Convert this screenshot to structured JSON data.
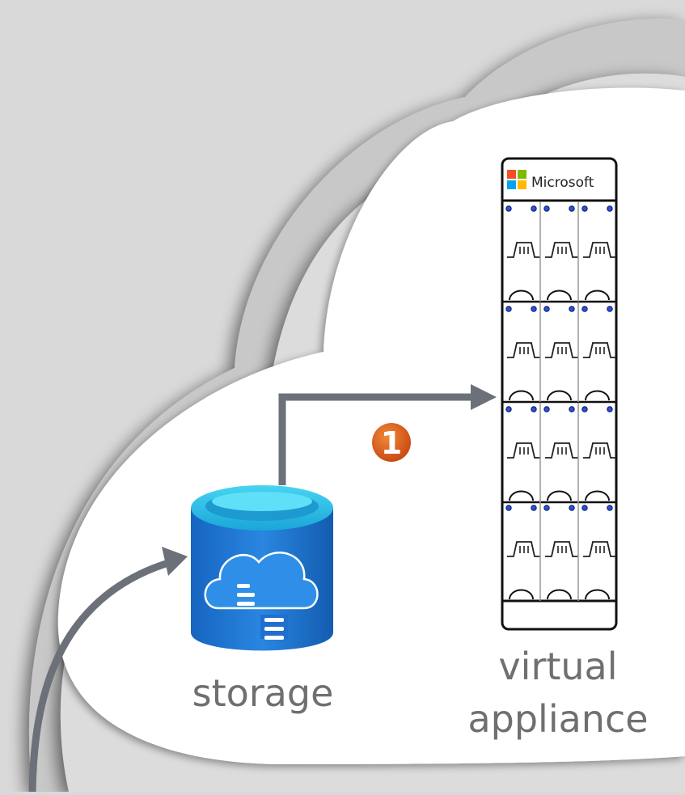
{
  "storage": {
    "label": "storage"
  },
  "appliance": {
    "label_line1": "virtual",
    "label_line2": "appliance",
    "brand": "Microsoft"
  },
  "step_badge": {
    "number": "1",
    "color": "#e05a1b"
  },
  "icons": {
    "storage": "azure-blob-storage-icon",
    "brand_logo": "microsoft-logo-icon"
  },
  "colors": {
    "background": "#d9d9d9",
    "cloud": "#ffffff",
    "arrow": "#6b7079",
    "storage_blue": "#1f6fd0",
    "port_led": "#2e4fd6"
  }
}
